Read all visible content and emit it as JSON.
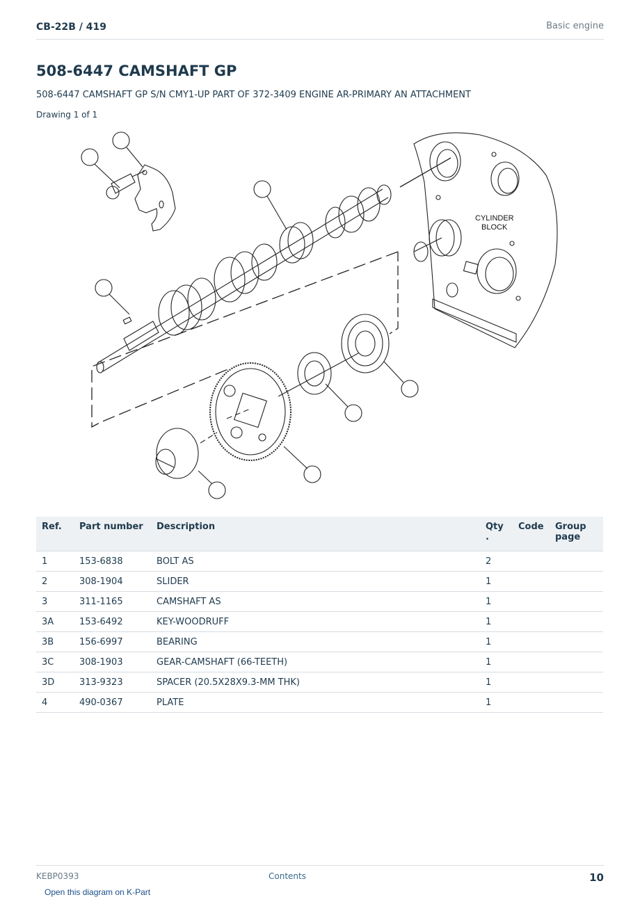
{
  "header": {
    "doc_ref": "CB-22B  /  419",
    "section": "Basic engine"
  },
  "title": "508-6447 CAMSHAFT GP",
  "subtitle": "508-6447 CAMSHAFT GP S/N CMY1-UP PART OF 372-3409 ENGINE AR-PRIMARY AN ATTACHMENT",
  "drawing_label": "Drawing 1 of 1",
  "diagram": {
    "label_line1": "CYLINDER",
    "label_line2": "BLOCK"
  },
  "table": {
    "headers": {
      "ref": "Ref.",
      "part_number": "Part number",
      "description": "Description",
      "qty": "Qty\n.",
      "code": "Code",
      "group_page": "Group page"
    },
    "rows": [
      {
        "ref": "1",
        "part_number": "153-6838",
        "description": "BOLT AS",
        "qty": "2",
        "code": "",
        "group_page": ""
      },
      {
        "ref": "2",
        "part_number": "308-1904",
        "description": "SLIDER",
        "qty": "1",
        "code": "",
        "group_page": ""
      },
      {
        "ref": "3",
        "part_number": "311-1165",
        "description": "CAMSHAFT AS",
        "qty": "1",
        "code": "",
        "group_page": ""
      },
      {
        "ref": "3A",
        "part_number": "153-6492",
        "description": "KEY-WOODRUFF",
        "qty": "1",
        "code": "",
        "group_page": ""
      },
      {
        "ref": "3B",
        "part_number": "156-6997",
        "description": "BEARING",
        "qty": "1",
        "code": "",
        "group_page": ""
      },
      {
        "ref": "3C",
        "part_number": "308-1903",
        "description": "GEAR-CAMSHAFT (66-TEETH)",
        "qty": "1",
        "code": "",
        "group_page": ""
      },
      {
        "ref": "3D",
        "part_number": "313-9323",
        "description": "SPACER (20.5X28X9.3-MM THK)",
        "qty": "1",
        "code": "",
        "group_page": ""
      },
      {
        "ref": "4",
        "part_number": "490-0367",
        "description": "PLATE",
        "qty": "1",
        "code": "",
        "group_page": ""
      }
    ]
  },
  "footer": {
    "doc_code": "KEBP0393",
    "contents_link": "Contents",
    "page_number": "10"
  },
  "kpart_link": "Open this diagram on K-Part"
}
